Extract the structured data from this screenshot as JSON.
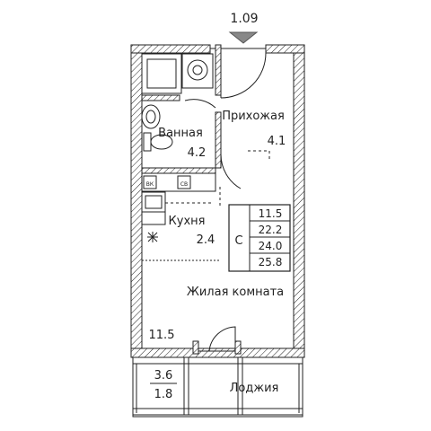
{
  "plan": {
    "orientation_mark": "1.09",
    "rooms": {
      "hallway": {
        "name": "Прихожая",
        "area": "4.1"
      },
      "bathroom": {
        "name": "Ванная",
        "area": "4.2"
      },
      "kitchen": {
        "name": "Кухня",
        "area": "2.4"
      },
      "living": {
        "name": "Жилая комната",
        "area": "11.5"
      },
      "loggia": {
        "name": "Лоджия",
        "area_full": "3.6",
        "area_reduced": "1.8"
      }
    },
    "summary": {
      "label": "С",
      "values": [
        "11.5",
        "22.2",
        "24.0",
        "25.8"
      ]
    },
    "appliances": {
      "boiler": "ВК",
      "meter": "СВ"
    }
  }
}
